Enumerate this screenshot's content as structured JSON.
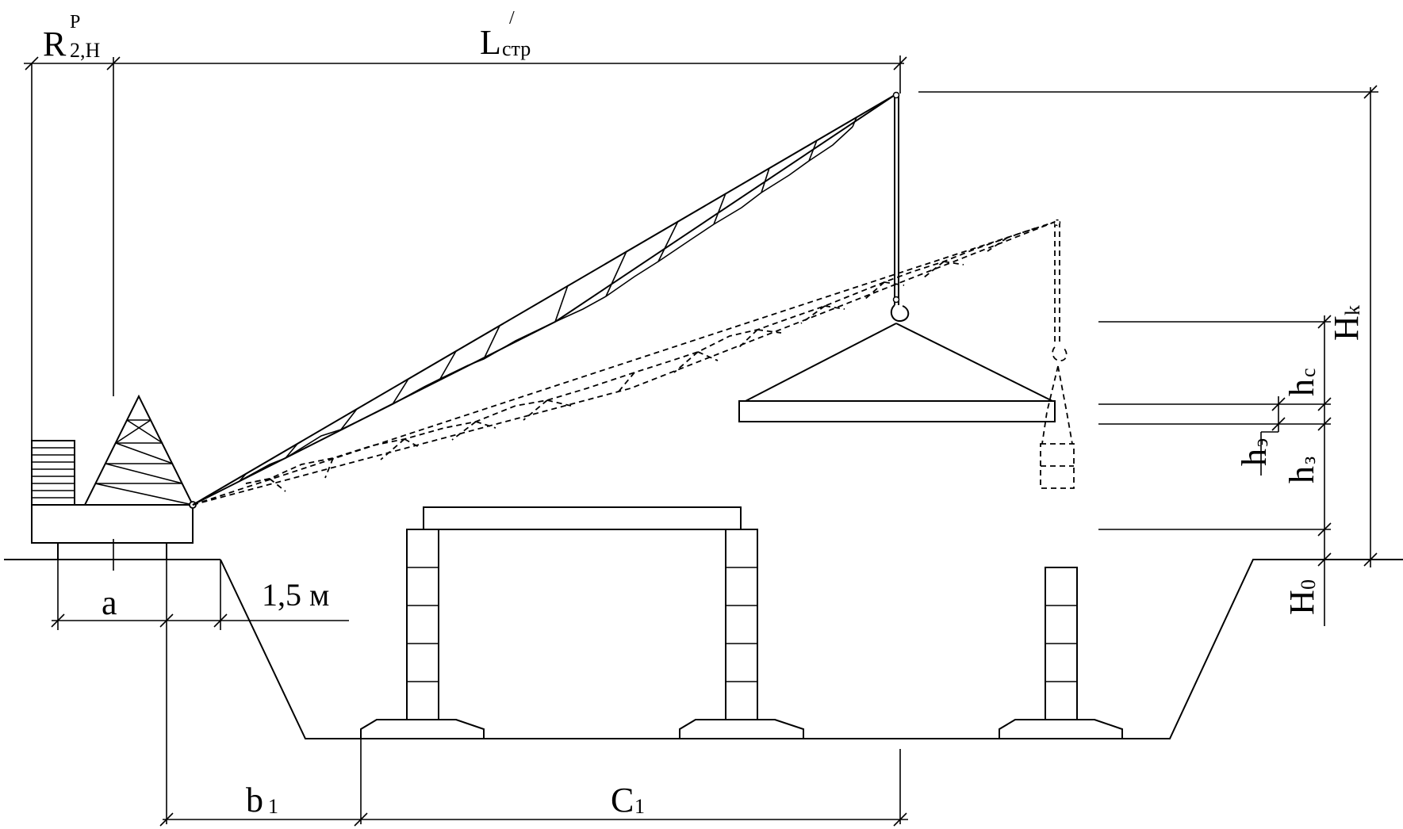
{
  "labels": {
    "R_main": "R",
    "R_sup": "P",
    "R_sub": "2,H",
    "L_main": "L",
    "L_sub": "стр",
    "L_sup": "/",
    "a": "a",
    "offset": "1,5 м",
    "b_main": "b",
    "b_sub": "1",
    "C_main": "C",
    "C_sub": "1",
    "Hk_main": "H",
    "Hk_sub": "k",
    "hc_main": "h",
    "hc_sub": "c",
    "he_main": "h",
    "he_sub": "э",
    "hz_main": "h",
    "hz_sub": "з",
    "H0_main": "H",
    "H0_sub": "0"
  }
}
